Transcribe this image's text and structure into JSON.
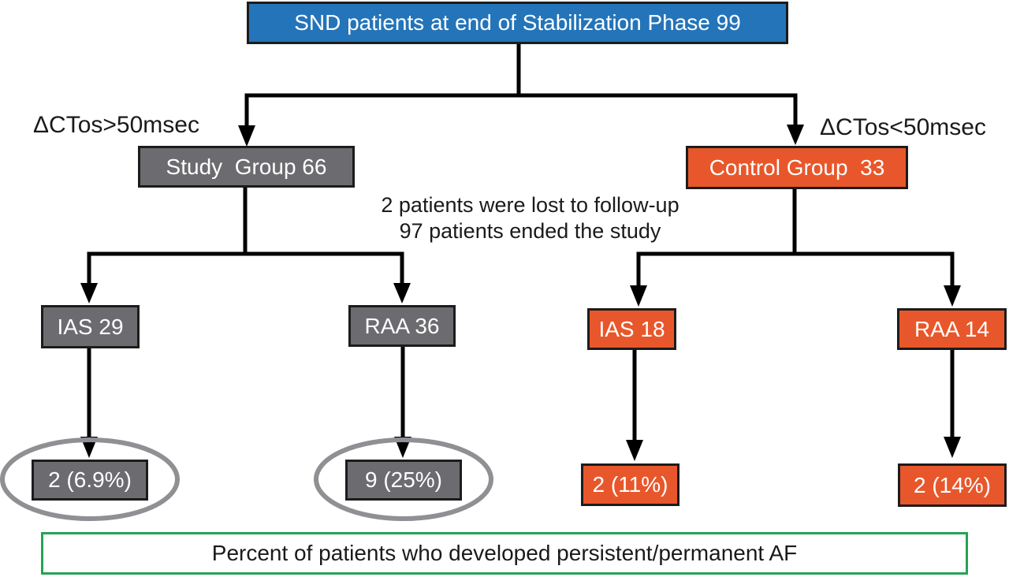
{
  "colors": {
    "root_fill": "#2474B9",
    "study_fill": "#6C6C70",
    "control_fill": "#E8572B",
    "box_border": "#1C1C1C",
    "line": "#000000",
    "ellipse_stroke": "#909094",
    "footer_border": "#26A355",
    "text_light": "#FFFFFF",
    "text_dark": "#1A1A1A"
  },
  "nodes": {
    "root": "SND patients at end of Stabilization Phase 99",
    "study_group": "Study  Group 66",
    "control_group": "Control Group  33",
    "study_ias": "IAS 29",
    "study_raa": "RAA 36",
    "control_ias": "IAS 18",
    "control_raa": "RAA 14",
    "study_ias_result": "2 (6.9%)",
    "study_raa_result": "9 (25%)",
    "control_ias_result": "2 (11%)",
    "control_raa_result": "2 (14%)"
  },
  "annotations": {
    "left_branch": "ΔCTos>50msec",
    "right_branch": "ΔCTos<50msec",
    "note_line1": "2 patients were lost to follow-up",
    "note_line2": "97 patients ended the study",
    "footer": "Percent of patients who developed persistent/permanent AF"
  }
}
